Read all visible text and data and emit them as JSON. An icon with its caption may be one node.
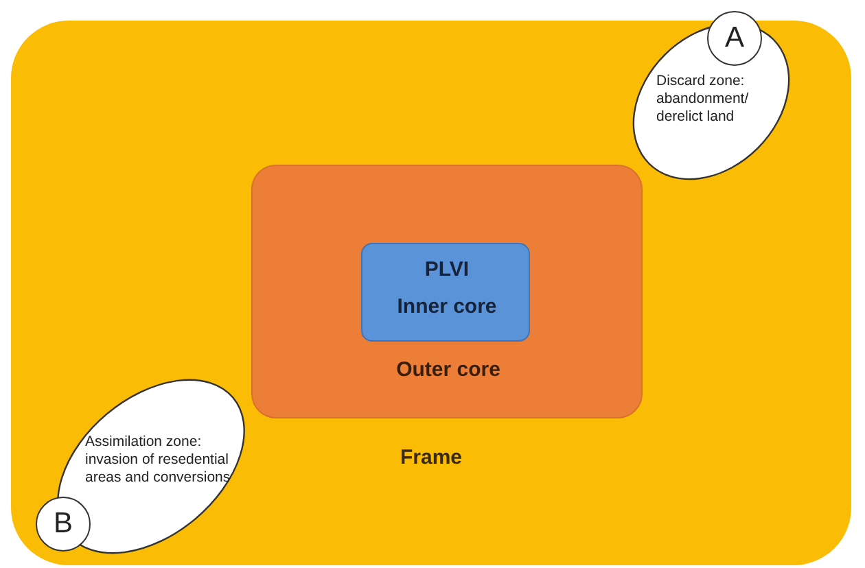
{
  "diagram": {
    "nodes": [
      {
        "text": [
          "Frame"
        ]
      },
      {
        "text": [
          "Outer core"
        ],
        "in": 0
      },
      {
        "text": [
          "PLVI",
          "Inner core"
        ],
        "in": 1
      },
      {
        "text": [
          "Discard zone: abandonment/ derelict land"
        ],
        "in": 0
      },
      {
        "text": [
          "A"
        ]
      },
      {
        "text": [
          "Assimilation zone: invasion of resedential areas and conversions"
        ],
        "in": 0
      },
      {
        "text": [
          "B"
        ],
        "in": 0
      }
    ]
  }
}
